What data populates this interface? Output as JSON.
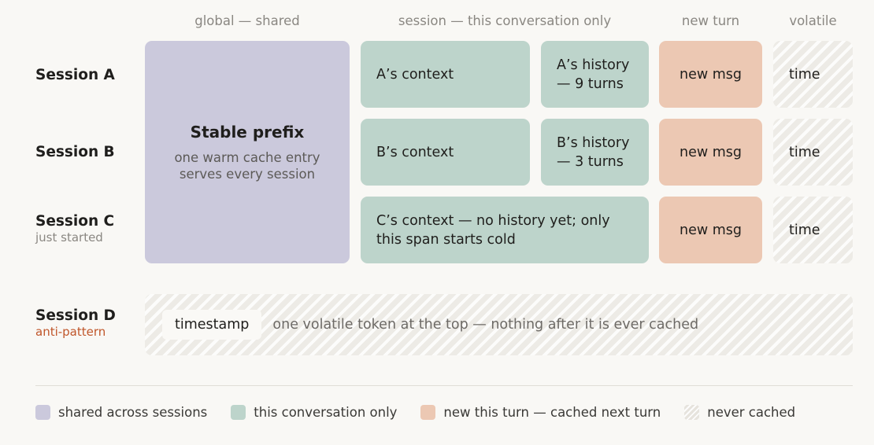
{
  "columns": {
    "global": "global — shared",
    "session": "session — this conversation only",
    "new_turn": "new turn",
    "volatile": "volatile"
  },
  "rows": {
    "a": {
      "name": "Session A"
    },
    "b": {
      "name": "Session B"
    },
    "c": {
      "name": "Session C",
      "sub": "just started"
    },
    "d": {
      "name": "Session D",
      "sub": "anti-pattern"
    }
  },
  "prefix": {
    "title": "Stable prefix",
    "line1": "one warm cache entry",
    "line2": "serves every session"
  },
  "session_a": {
    "context": "A’s context",
    "history_line1": "A’s history",
    "history_line2": "— 9 turns",
    "new_msg": "new msg",
    "time": "time"
  },
  "session_b": {
    "context": "B’s context",
    "history_line1": "B’s history",
    "history_line2": "— 3 turns",
    "new_msg": "new msg",
    "time": "time"
  },
  "session_c": {
    "context_line1": "C’s context — no history yet; only",
    "context_line2": "this span starts cold",
    "new_msg": "new msg",
    "time": "time"
  },
  "session_d": {
    "token": "timestamp",
    "description": "one volatile token at the top — nothing after it is ever cached"
  },
  "legend": [
    {
      "label": "shared across sessions",
      "color": "#cbc9dc"
    },
    {
      "label": "this conversation only",
      "color": "#bdd4cb"
    },
    {
      "label": "new this turn — cached next turn",
      "color": "#ecc8b3"
    },
    {
      "label": "never cached",
      "pattern": "hatched"
    }
  ]
}
